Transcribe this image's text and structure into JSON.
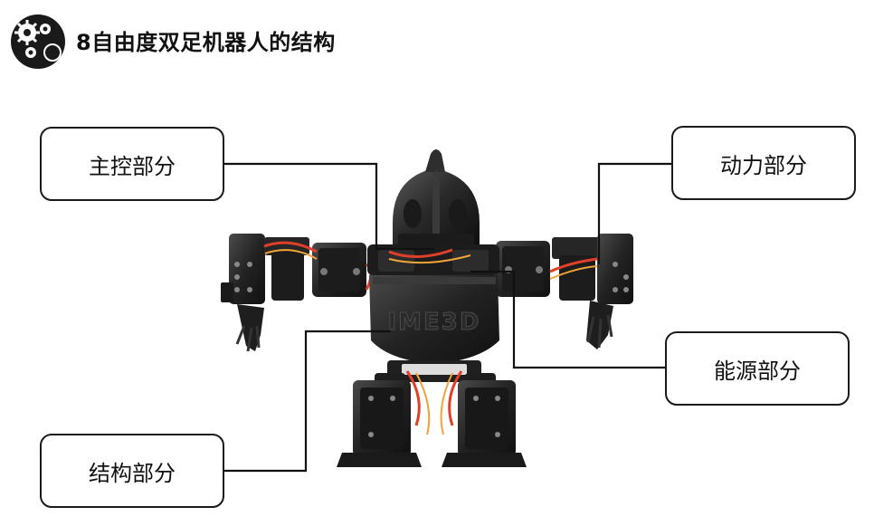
{
  "title": "8自由度双足机器人的结构",
  "logo": {
    "icon": "gear-cluster-logo"
  },
  "labels": {
    "main_control": "主控部分",
    "power": "动力部分",
    "energy": "能源部分",
    "structure": "结构部分"
  },
  "robot": {
    "chest_text": "IME3D",
    "body_color": "#222222",
    "wire_colors": [
      "#e0402a",
      "#f2a33a"
    ]
  },
  "colors": {
    "text": "#111111",
    "box_border": "#1a1a1a",
    "leader_line": "#111111",
    "background": "#ffffff"
  }
}
